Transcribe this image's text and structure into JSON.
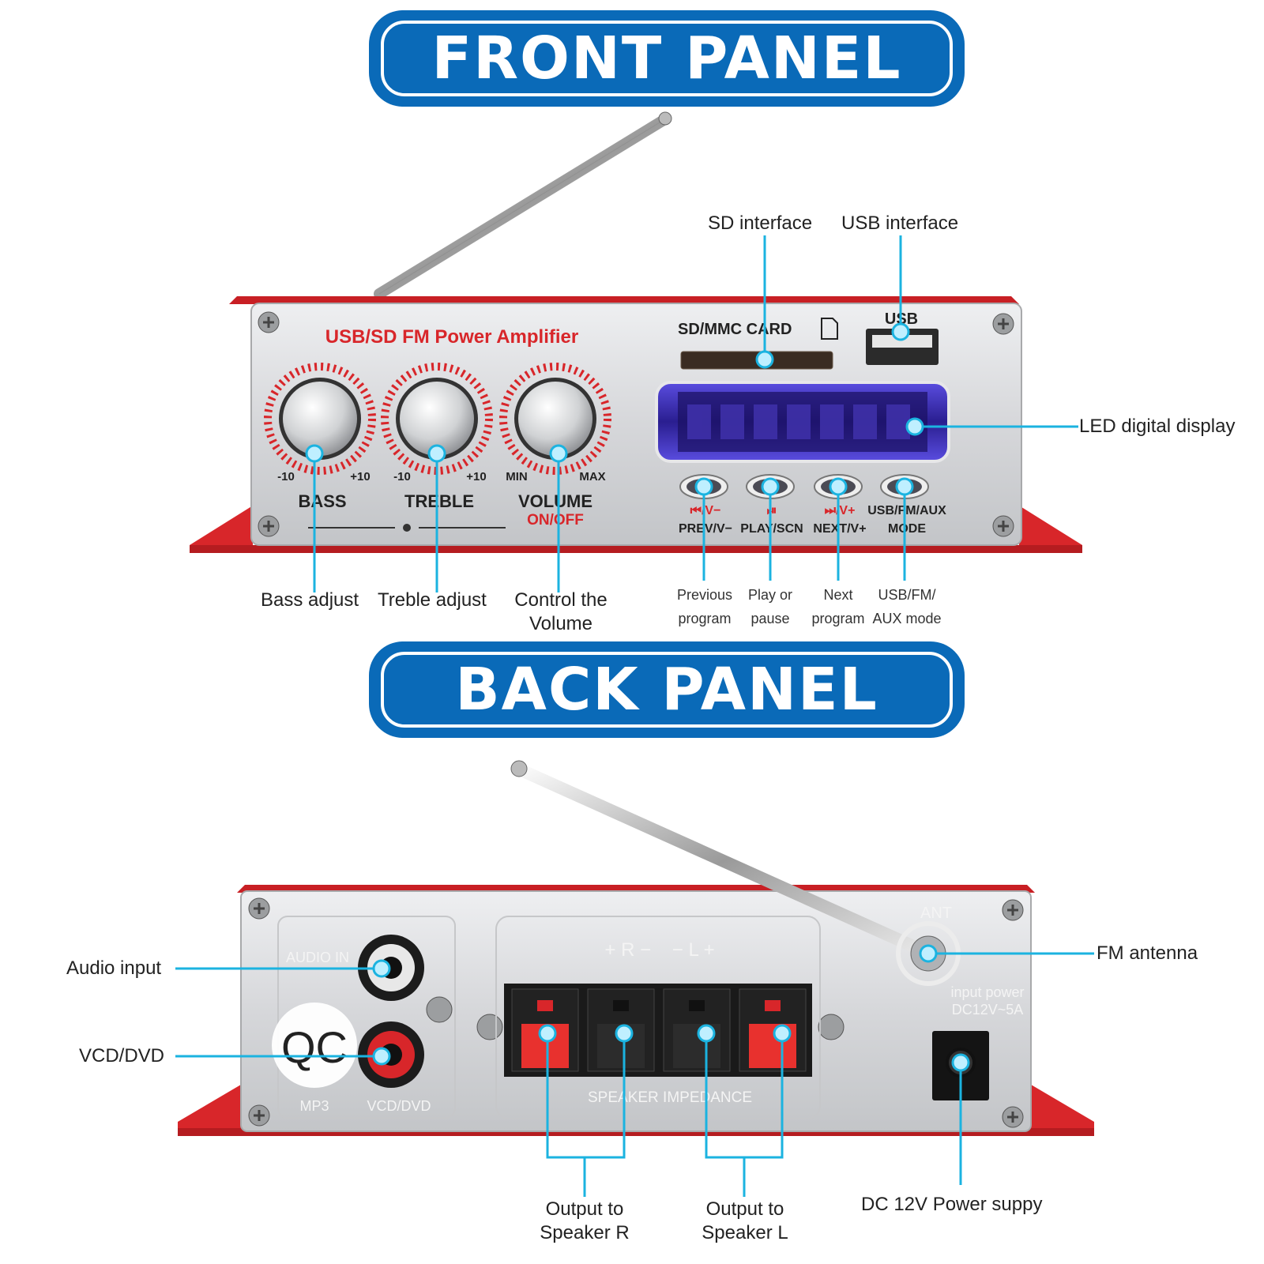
{
  "front_panel": {
    "title": "FRONT PANEL",
    "device_title": "USB/SD FM Power Amplifier",
    "sd_slot_label": "SD/MMC CARD",
    "usb_port_label": "USB",
    "knobs": [
      {
        "name": "BASS",
        "min": "-10",
        "max": "+10"
      },
      {
        "name": "TREBLE",
        "min": "-10",
        "max": "+10"
      },
      {
        "name": "VOLUME",
        "min": "MIN",
        "max": "MAX",
        "sub": "ON/OFF"
      }
    ],
    "buttons": [
      {
        "top": "⏮/V−",
        "bottom": "PREV/V−"
      },
      {
        "top": "⏯",
        "bottom": "PLAY/SCN"
      },
      {
        "top": "⏭/V+",
        "bottom": "NEXT/V+"
      },
      {
        "top": "USB/FM/AUX",
        "bottom": "MODE"
      }
    ],
    "callouts": {
      "sd_interface": "SD interface",
      "usb_interface": "USB interface",
      "led_display": "LED digital display",
      "bass_adjust": "Bass adjust",
      "treble_adjust": "Treble adjust",
      "volume_line1": "Control the",
      "volume_line2": "Volume",
      "prev_line1": "Previous",
      "prev_line2": "program",
      "play_line1": "Play or",
      "play_line2": "pause",
      "next_line1": "Next",
      "next_line2": "program",
      "mode_line1": "USB/FM/",
      "mode_line2": "AUX mode"
    }
  },
  "back_panel": {
    "title": "BACK PANEL",
    "audio_in_label": "AUDIO IN",
    "mp3_label": "MP3",
    "vcd_dvd_label": "VCD/DVD",
    "qc_sticker": "QC",
    "speaker_header": "+ R −    − L +",
    "speaker_impedance": "SPEAKER IMPEDANCE",
    "ant_label": "ANT",
    "input_power_line1": "input power",
    "input_power_line2": "DC12V~5A",
    "callouts": {
      "audio_input": "Audio input",
      "vcd_dvd": "VCD/DVD",
      "fm_antenna": "FM antenna",
      "speaker_r_line1": "Output to",
      "speaker_r_line2": "Speaker R",
      "speaker_l_line1": "Output to",
      "speaker_l_line2": "Speaker L",
      "dc_power": "DC 12V Power suppy"
    }
  },
  "colors": {
    "banner_blue": "#0a6ab8",
    "callout_cyan": "#1bb3e0",
    "chassis_red": "#d8262a",
    "panel_silver": "#d9dadc",
    "display_purple": "#3f2fb0"
  }
}
